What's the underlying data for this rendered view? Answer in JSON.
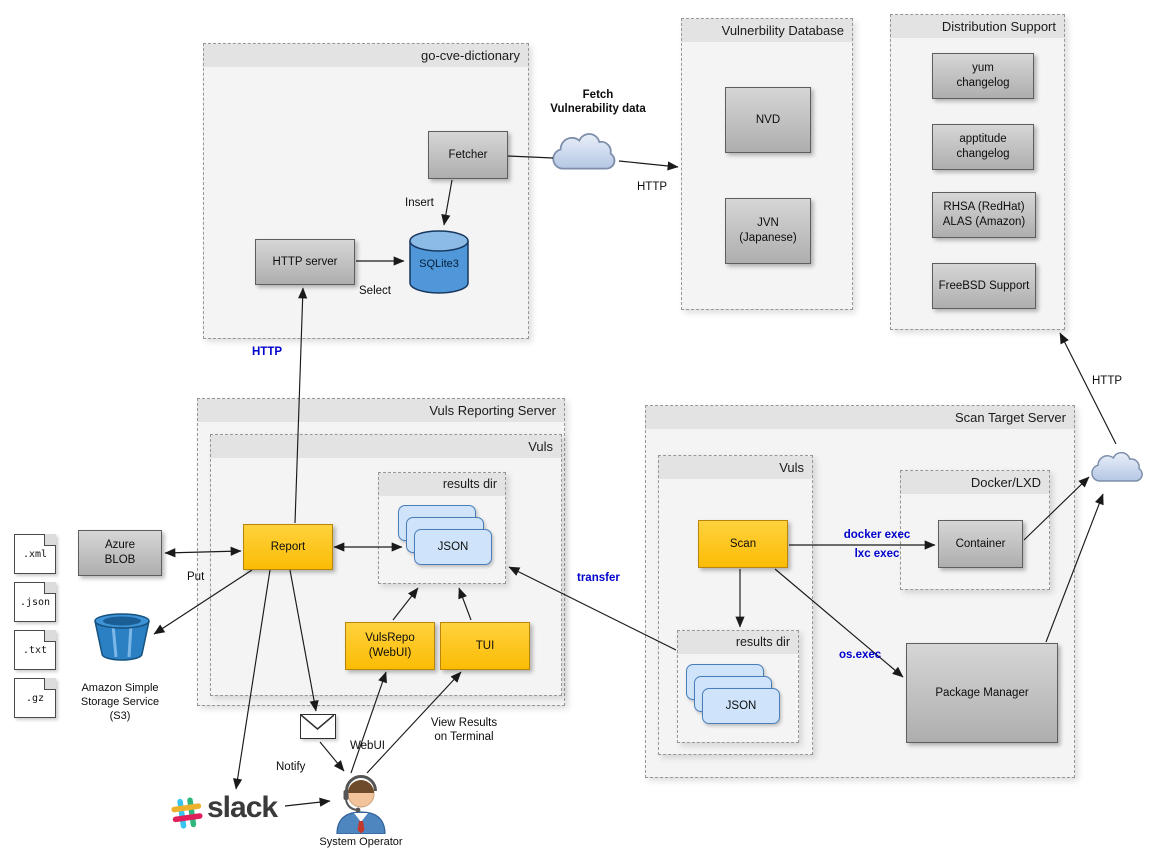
{
  "colors": {
    "node_gray": "#bdbdbd",
    "node_yellow": "#fcc114",
    "json_card_blue": "#cfe4fb",
    "edge_label_blue": "#0000cc",
    "sqlite_blue": "#4f97d8",
    "s3_bucket_blue": "#2b7fc3",
    "slack_hash": [
      "#36C5F0",
      "#2EB67D",
      "#ECB22E",
      "#E01E5A"
    ]
  },
  "panels": {
    "go_cve_dictionary": {
      "title": "go-cve-dictionary"
    },
    "vuln_database": {
      "title": "Vulnerbility Database"
    },
    "distribution_support": {
      "title": "Distribution Support"
    },
    "reporting_server": {
      "title": "Vuls Reporting Server"
    },
    "reporting_vuls": {
      "title": "Vuls"
    },
    "reporting_results_dir": {
      "title": "results dir"
    },
    "scan_target_server": {
      "title": "Scan Target Server"
    },
    "scan_vuls": {
      "title": "Vuls"
    },
    "scan_results_dir": {
      "title": "results dir"
    },
    "docker_lxd": {
      "title": "Docker/LXD"
    }
  },
  "nodes": {
    "fetcher": {
      "label": "Fetcher"
    },
    "http_server": {
      "label": "HTTP server"
    },
    "sqlite3": {
      "label": "SQLite3"
    },
    "nvd": {
      "label": "NVD"
    },
    "jvn": {
      "label": "JVN\n(Japanese)"
    },
    "yum_changelog": {
      "label": "yum\nchangelog"
    },
    "apptitude_changelog": {
      "label": "apptitude\nchangelog"
    },
    "rhsa_alas": {
      "label": "RHSA (RedHat)\nALAS (Amazon)"
    },
    "freebsd": {
      "label": "FreeBSD Support"
    },
    "azure_blob": {
      "label": "Azure\nBLOB"
    },
    "report": {
      "label": "Report"
    },
    "vulsrepo": {
      "label": "VulsRepo\n(WebUI)"
    },
    "tui": {
      "label": "TUI"
    },
    "scan": {
      "label": "Scan"
    },
    "container": {
      "label": "Container"
    },
    "package_manager": {
      "label": "Package Manager"
    },
    "json_card": {
      "label": "JSON"
    }
  },
  "edge_labels": {
    "fetch_vuln_data": "Fetch\nVulnerability data",
    "http_fetch": "HTTP",
    "http_report": "HTTP",
    "http_dist": "HTTP",
    "insert": "Insert",
    "select": "Select",
    "put": "Put",
    "transfer": "transfer",
    "docker_exec": "docker exec\nlxc exec",
    "os_exec": "os.exec",
    "notify": "Notify",
    "webui": "WebUI",
    "view_results": "View Results\non Terminal"
  },
  "artifacts": {
    "files": [
      ".xml",
      ".json",
      ".txt",
      ".gz"
    ],
    "s3_caption": "Amazon Simple\nStorage Service\n(S3)",
    "slack_label": "slack",
    "system_operator": "System Operator"
  }
}
